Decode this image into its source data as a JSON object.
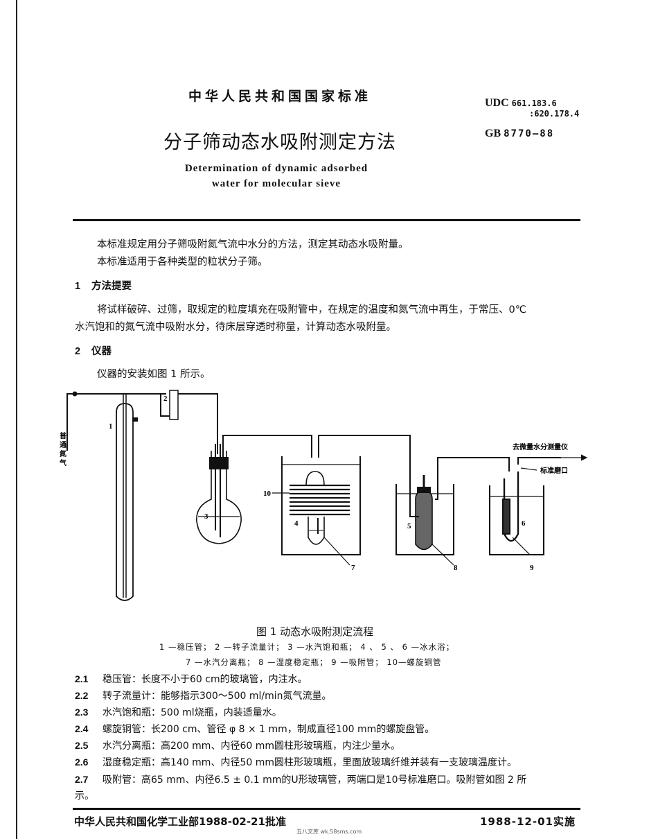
{
  "header": {
    "organization": "中华人民共和国国家标准",
    "title_cn": "分子筛动态水吸附测定方法",
    "title_en": "Determination of dynamic adsorbed water for molecular sieve",
    "udc_label": "UDC",
    "udc_code_1": "661.183.6",
    "udc_code_2": ":620.178.4",
    "gb_label": "GB",
    "gb_code": "8770—88"
  },
  "intro": {
    "line1": "本标准规定用分子筛吸附氮气流中水分的方法，测定其动态水吸附量。",
    "line2": "本标准适用于各种类型的粒状分子筛。"
  },
  "section1": {
    "number": "1",
    "title": "方法提要",
    "text_line1": "将试样破碎、过筛，取规定的粒度填充在吸附管中，在规定的温度和氮气流中再生，于常压、0℃",
    "text_line2": "水汽饱和的氮气流中吸附水分，待床层穿透时称量，计算动态水吸附量。"
  },
  "section2": {
    "number": "2",
    "title": "仪器",
    "text": "仪器的安装如图 1 所示。"
  },
  "figure1": {
    "inlet_label": "普通氮气",
    "outlet_label": "去微量水分测量仪",
    "joint_label": "标准磨口",
    "part_numbers": [
      "1",
      "2",
      "3",
      "4",
      "5",
      "6",
      "7",
      "8",
      "9",
      "10"
    ],
    "caption": "图 1   动态水吸附测定流程",
    "legend_line1": "1 —稳压管； 2 —转子流量计； 3 —水汽饱和瓶； 4 、 5 、 6 —冰水浴；",
    "legend_line2": "7 —水汽分离瓶； 8 —湿度稳定瓶； 9 —吸附管； 10—螺旋铜管"
  },
  "items": [
    {
      "num": "2.1",
      "text": "稳压管：长度不小于60 cm的玻璃管，内注水。"
    },
    {
      "num": "2.2",
      "text": "转子流量计：能够指示300～500 ml/min氮气流量。"
    },
    {
      "num": "2.3",
      "text": "水汽饱和瓶：500 ml烧瓶，内装适量水。"
    },
    {
      "num": "2.4",
      "text": "螺旋铜管：长200 cm、管径 φ 8 × 1 mm，制成直径100 mm的螺旋盘管。"
    },
    {
      "num": "2.5",
      "text": "水汽分离瓶：高200 mm、内径60 mm圆柱形玻璃瓶，内注少量水。"
    },
    {
      "num": "2.6",
      "text": "湿度稳定瓶：高140 mm、内径50 mm圆柱形玻璃瓶，里面放玻璃纤维并装有一支玻璃温度计。"
    },
    {
      "num": "2.7",
      "text": "吸附管：高65 mm、内径6.5 ± 0.1 mm的U形玻璃管，两端口是10号标准磨口。吸附管如图 2 所",
      "text_cont": "示。"
    }
  ],
  "footer": {
    "approval": "中华人民共和国化学工业部1988-02-21批准",
    "effective": "1988-12-01实施",
    "watermark": "五八文库 wk.58sms.com"
  }
}
